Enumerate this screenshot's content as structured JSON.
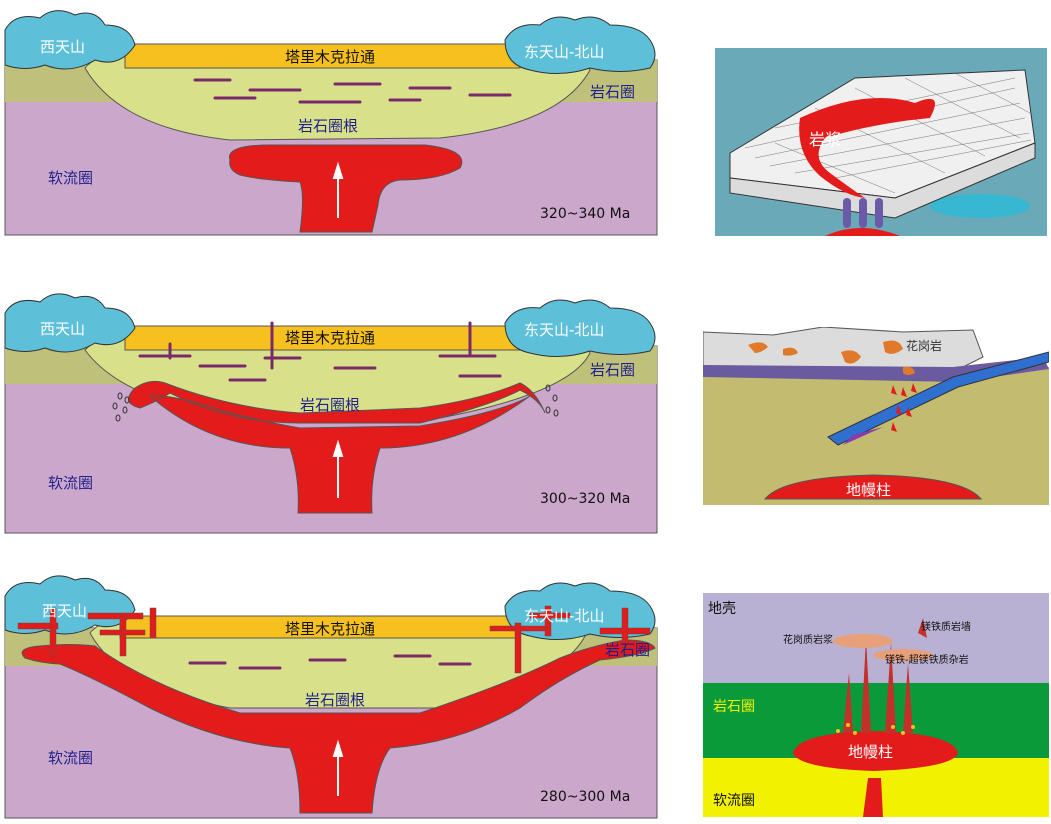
{
  "panels": [
    {
      "west_mountain": "西天山",
      "east_mountain": "东天山-北山",
      "craton": "塔里木克拉通",
      "lithosphere": "岩石圈",
      "lithosphere_root": "岩石圈根",
      "asthenosphere": "软流圈",
      "age": "320~340 Ma"
    },
    {
      "west_mountain": "西天山",
      "east_mountain": "东天山-北山",
      "craton": "塔里木克拉通",
      "lithosphere": "岩石圈",
      "lithosphere_root": "岩石圈根",
      "asthenosphere": "软流圈",
      "age": "300~320 Ma"
    },
    {
      "west_mountain": "西天山",
      "east_mountain": "东天山-北山",
      "craton": "塔里木克拉通",
      "lithosphere": "岩石圈",
      "lithosphere_root": "岩石圈根",
      "asthenosphere": "软流圈",
      "age": "280~300 Ma"
    }
  ],
  "insets": {
    "magma": "岩浆",
    "granite": "花岗岩",
    "mantle_plume": "地幔柱",
    "crust": "地壳",
    "lithosphere": "岩石圈",
    "asthenosphere": "软流圈",
    "granitic_magma": "花岗质岩浆",
    "mafic_dyke": "镁铁质岩墙",
    "mafic_ultramafic_complex": "镁铁-超镁铁质杂岩"
  },
  "colors": {
    "asthenosphere": "#cba7cb",
    "lithosphere": "#bfc07a",
    "root": "#d9e08a",
    "craton": "#f6c11e",
    "mountain": "#5ec0d8",
    "magma": "#e31b1b",
    "label_blue": "#1f1f8a"
  }
}
